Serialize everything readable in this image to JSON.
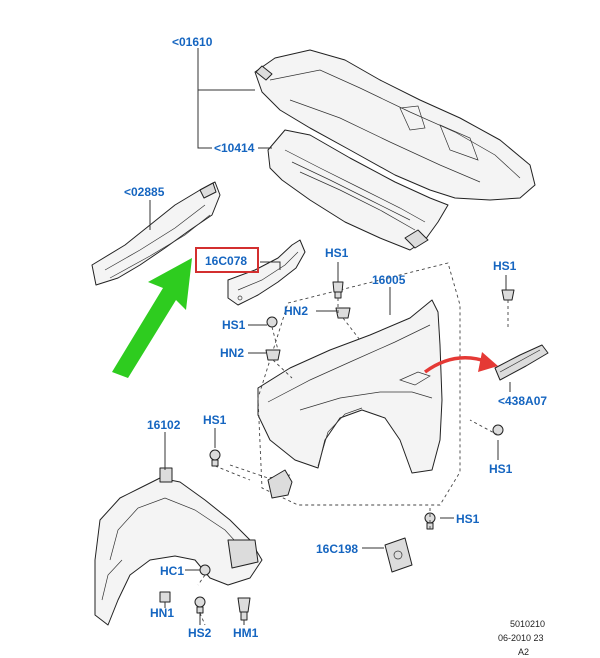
{
  "labels": {
    "l01610": "<01610",
    "l10414": "<10414",
    "l02885": "<02885",
    "l16C078": "16C078",
    "hs1_top": "HS1",
    "l16005": "16005",
    "hs1_right": "HS1",
    "hn2_a": "HN2",
    "hs1_left": "HS1",
    "hn2_b": "HN2",
    "l438A07": "<438A07",
    "l16102": "16102",
    "hs1_mid": "HS1",
    "hs1_r2": "HS1",
    "hs1_bot": "HS1",
    "l16C198": "16C198",
    "hc1": "HC1",
    "hn1": "HN1",
    "hs2": "HS2",
    "hm1": "HM1"
  },
  "reference": {
    "line1": "5010210",
    "line2": "06-2010 23",
    "line3": "A2"
  },
  "colors": {
    "label": "#1565c0",
    "highlight_box": "#d32f2f",
    "pointer_arrow": "#2ecc1f",
    "curve_arrow": "#e53935"
  }
}
